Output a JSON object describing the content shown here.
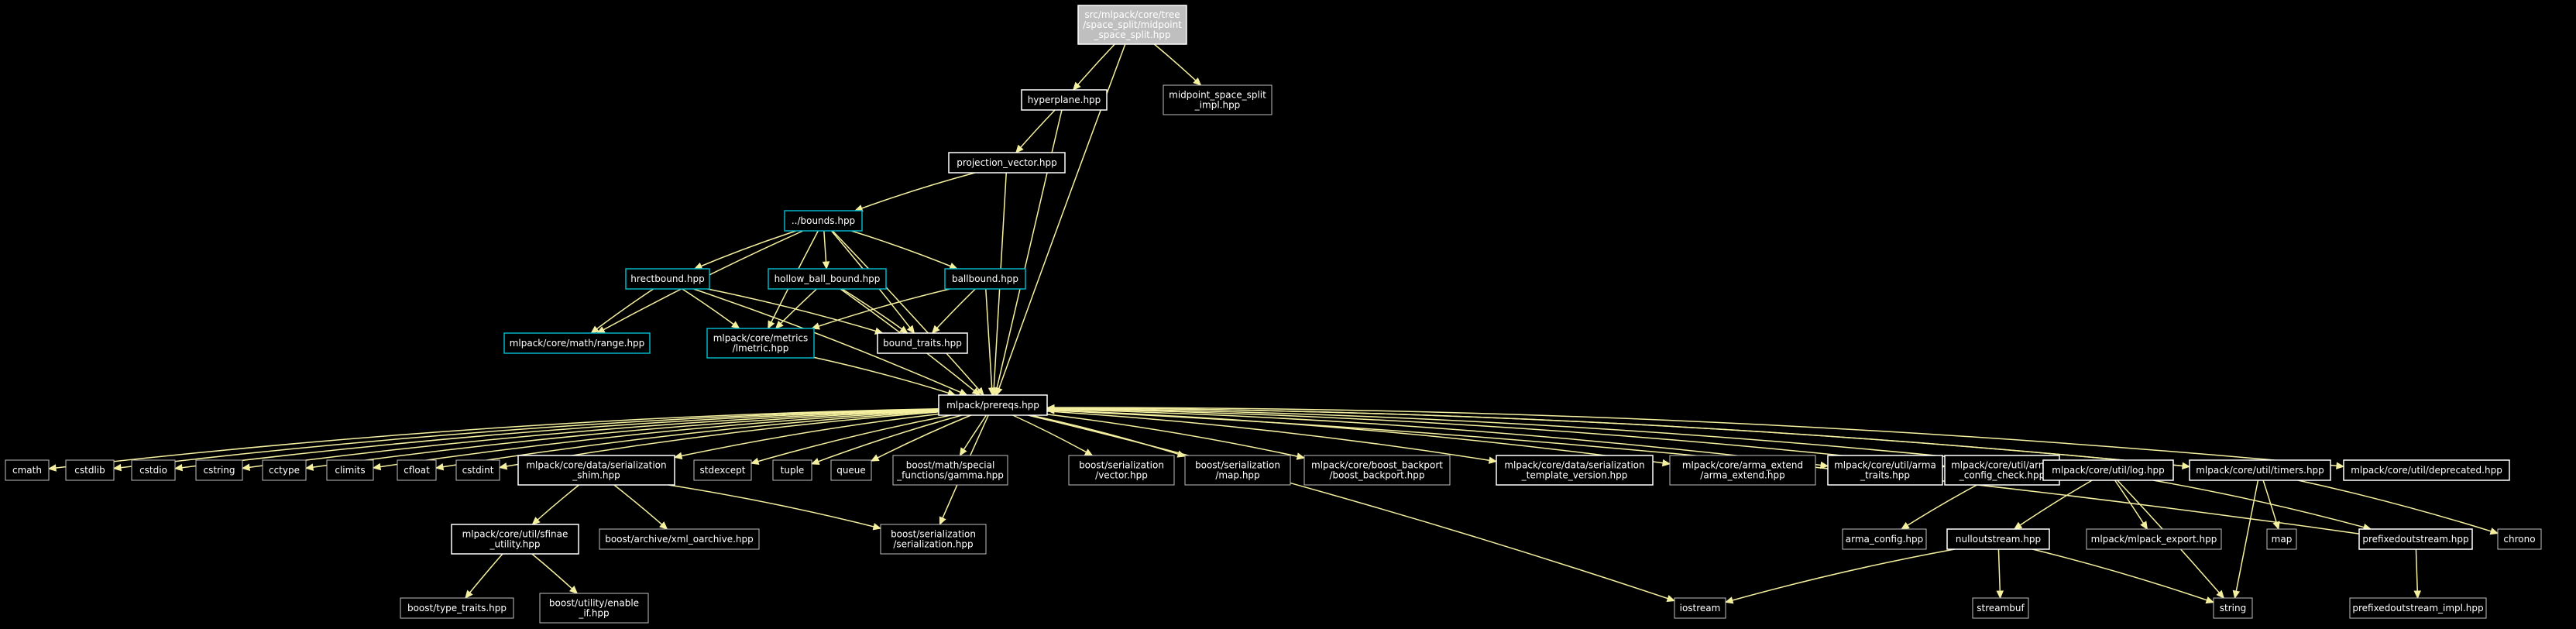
{
  "colors": {
    "background": "#000000",
    "edge": "#f5f0a0",
    "border_documented": "#ffffff",
    "border_undocumented": "#bfbfbf",
    "border_linked": "#00b4c4",
    "root_fill": "#bfbfbf",
    "text": "#ffffff"
  },
  "graph": {
    "nodes": [
      {
        "id": "n_root",
        "lines": [
          "src/mlpack/core/tree",
          "/space_split/midpoint",
          "_space_split.hpp"
        ],
        "style": "root"
      },
      {
        "id": "n_hyperplane",
        "lines": [
          "hyperplane.hpp"
        ],
        "style": "documented"
      },
      {
        "id": "n_midimpl",
        "lines": [
          "midpoint_space_split",
          "_impl.hpp"
        ],
        "style": "undocumented"
      },
      {
        "id": "n_projvec",
        "lines": [
          "projection_vector.hpp"
        ],
        "style": "documented"
      },
      {
        "id": "n_bounds",
        "lines": [
          "../bounds.hpp"
        ],
        "style": "linked"
      },
      {
        "id": "n_hrect",
        "lines": [
          "hrectbound.hpp"
        ],
        "style": "linked"
      },
      {
        "id": "n_hollow",
        "lines": [
          "hollow_ball_bound.hpp"
        ],
        "style": "linked"
      },
      {
        "id": "n_ball",
        "lines": [
          "ballbound.hpp"
        ],
        "style": "linked"
      },
      {
        "id": "n_range",
        "lines": [
          "mlpack/core/math/range.hpp"
        ],
        "style": "linked"
      },
      {
        "id": "n_lmetric",
        "lines": [
          "mlpack/core/metrics",
          "/lmetric.hpp"
        ],
        "style": "linked"
      },
      {
        "id": "n_btraits",
        "lines": [
          "bound_traits.hpp"
        ],
        "style": "documented"
      },
      {
        "id": "n_prereqs",
        "lines": [
          "mlpack/prereqs.hpp"
        ],
        "style": "documented"
      },
      {
        "id": "n_cmath",
        "lines": [
          "cmath"
        ],
        "style": "undocumented"
      },
      {
        "id": "n_cstdlib",
        "lines": [
          "cstdlib"
        ],
        "style": "undocumented"
      },
      {
        "id": "n_cstdio",
        "lines": [
          "cstdio"
        ],
        "style": "undocumented"
      },
      {
        "id": "n_cstring",
        "lines": [
          "cstring"
        ],
        "style": "undocumented"
      },
      {
        "id": "n_cctype",
        "lines": [
          "cctype"
        ],
        "style": "undocumented"
      },
      {
        "id": "n_climits",
        "lines": [
          "climits"
        ],
        "style": "undocumented"
      },
      {
        "id": "n_cfloat",
        "lines": [
          "cfloat"
        ],
        "style": "undocumented"
      },
      {
        "id": "n_cstdint",
        "lines": [
          "cstdint"
        ],
        "style": "undocumented"
      },
      {
        "id": "n_shim",
        "lines": [
          "mlpack/core/data/serialization",
          "_shim.hpp"
        ],
        "style": "documented"
      },
      {
        "id": "n_stdexcept",
        "lines": [
          "stdexcept"
        ],
        "style": "undocumented"
      },
      {
        "id": "n_tuple",
        "lines": [
          "tuple"
        ],
        "style": "undocumented"
      },
      {
        "id": "n_queue",
        "lines": [
          "queue"
        ],
        "style": "undocumented"
      },
      {
        "id": "n_gamma",
        "lines": [
          "boost/math/special",
          "_functions/gamma.hpp"
        ],
        "style": "undocumented"
      },
      {
        "id": "n_bsvector",
        "lines": [
          "boost/serialization",
          "/vector.hpp"
        ],
        "style": "undocumented"
      },
      {
        "id": "n_bsmap",
        "lines": [
          "boost/serialization",
          "/map.hpp"
        ],
        "style": "undocumented"
      },
      {
        "id": "n_backport",
        "lines": [
          "mlpack/core/boost_backport",
          "/boost_backport.hpp"
        ],
        "style": "undocumented"
      },
      {
        "id": "n_template",
        "lines": [
          "mlpack/core/data/serialization",
          "_template_version.hpp"
        ],
        "style": "documented"
      },
      {
        "id": "n_armaext",
        "lines": [
          "mlpack/core/arma_extend",
          "/arma_extend.hpp"
        ],
        "style": "undocumented"
      },
      {
        "id": "n_armatraits",
        "lines": [
          "mlpack/core/util/arma",
          "_traits.hpp"
        ],
        "style": "documented"
      },
      {
        "id": "n_armacfg",
        "lines": [
          "mlpack/core/util/arma",
          "_config_check.hpp"
        ],
        "style": "documented"
      },
      {
        "id": "n_log",
        "lines": [
          "mlpack/core/util/log.hpp"
        ],
        "style": "documented"
      },
      {
        "id": "n_timers",
        "lines": [
          "mlpack/core/util/timers.hpp"
        ],
        "style": "documented"
      },
      {
        "id": "n_deprecated",
        "lines": [
          "mlpack/core/util/deprecated.hpp"
        ],
        "style": "documented"
      },
      {
        "id": "n_sfinae",
        "lines": [
          "mlpack/core/util/sfinae",
          "_utility.hpp"
        ],
        "style": "documented"
      },
      {
        "id": "n_xmloa",
        "lines": [
          "boost/archive/xml_oarchive.hpp"
        ],
        "style": "undocumented"
      },
      {
        "id": "n_bsser",
        "lines": [
          "boost/serialization",
          "/serialization.hpp"
        ],
        "style": "undocumented"
      },
      {
        "id": "n_typetraits",
        "lines": [
          "boost/type_traits.hpp"
        ],
        "style": "undocumented"
      },
      {
        "id": "n_enableif",
        "lines": [
          "boost/utility/enable",
          "_if.hpp"
        ],
        "style": "undocumented"
      },
      {
        "id": "n_armaconfig",
        "lines": [
          "arma_config.hpp"
        ],
        "style": "undocumented"
      },
      {
        "id": "n_nullout",
        "lines": [
          "nulloutstream.hpp"
        ],
        "style": "documented"
      },
      {
        "id": "n_export",
        "lines": [
          "mlpack/mlpack_export.hpp"
        ],
        "style": "undocumented"
      },
      {
        "id": "n_map",
        "lines": [
          "map"
        ],
        "style": "undocumented"
      },
      {
        "id": "n_prefixed",
        "lines": [
          "prefixedoutstream.hpp"
        ],
        "style": "documented"
      },
      {
        "id": "n_chrono",
        "lines": [
          "chrono"
        ],
        "style": "undocumented"
      },
      {
        "id": "n_iostream",
        "lines": [
          "iostream"
        ],
        "style": "undocumented"
      },
      {
        "id": "n_streambuf",
        "lines": [
          "streambuf"
        ],
        "style": "undocumented"
      },
      {
        "id": "n_string",
        "lines": [
          "string"
        ],
        "style": "undocumented"
      },
      {
        "id": "n_prefimpl",
        "lines": [
          "prefixedoutstream_impl.hpp"
        ],
        "style": "undocumented"
      }
    ],
    "edges": [
      [
        "n_root",
        "n_hyperplane"
      ],
      [
        "n_root",
        "n_midimpl"
      ],
      [
        "n_root",
        "n_prereqs"
      ],
      [
        "n_hyperplane",
        "n_projvec"
      ],
      [
        "n_hyperplane",
        "n_prereqs"
      ],
      [
        "n_projvec",
        "n_bounds"
      ],
      [
        "n_projvec",
        "n_prereqs"
      ],
      [
        "n_bounds",
        "n_hrect"
      ],
      [
        "n_bounds",
        "n_hollow"
      ],
      [
        "n_bounds",
        "n_ball"
      ],
      [
        "n_bounds",
        "n_range"
      ],
      [
        "n_bounds",
        "n_lmetric"
      ],
      [
        "n_bounds",
        "n_btraits"
      ],
      [
        "n_bounds",
        "n_prereqs"
      ],
      [
        "n_hrect",
        "n_range"
      ],
      [
        "n_hrect",
        "n_lmetric"
      ],
      [
        "n_hrect",
        "n_btraits"
      ],
      [
        "n_hrect",
        "n_prereqs"
      ],
      [
        "n_hollow",
        "n_lmetric"
      ],
      [
        "n_hollow",
        "n_btraits"
      ],
      [
        "n_hollow",
        "n_prereqs"
      ],
      [
        "n_ball",
        "n_lmetric"
      ],
      [
        "n_ball",
        "n_btraits"
      ],
      [
        "n_ball",
        "n_prereqs"
      ],
      [
        "n_lmetric",
        "n_prereqs"
      ],
      [
        "n_prereqs",
        "n_cmath"
      ],
      [
        "n_prereqs",
        "n_cstdlib"
      ],
      [
        "n_prereqs",
        "n_cstdio"
      ],
      [
        "n_prereqs",
        "n_cstring"
      ],
      [
        "n_prereqs",
        "n_cctype"
      ],
      [
        "n_prereqs",
        "n_climits"
      ],
      [
        "n_prereqs",
        "n_cfloat"
      ],
      [
        "n_prereqs",
        "n_cstdint"
      ],
      [
        "n_prereqs",
        "n_shim"
      ],
      [
        "n_prereqs",
        "n_stdexcept"
      ],
      [
        "n_prereqs",
        "n_tuple"
      ],
      [
        "n_prereqs",
        "n_queue"
      ],
      [
        "n_prereqs",
        "n_gamma"
      ],
      [
        "n_prereqs",
        "n_bsvector"
      ],
      [
        "n_prereqs",
        "n_bsmap"
      ],
      [
        "n_prereqs",
        "n_backport"
      ],
      [
        "n_prereqs",
        "n_template"
      ],
      [
        "n_prereqs",
        "n_armaext"
      ],
      [
        "n_prereqs",
        "n_armatraits"
      ],
      [
        "n_prereqs",
        "n_armacfg"
      ],
      [
        "n_prereqs",
        "n_log"
      ],
      [
        "n_prereqs",
        "n_timers"
      ],
      [
        "n_prereqs",
        "n_deprecated"
      ],
      [
        "n_prereqs",
        "n_bsser"
      ],
      [
        "n_prereqs",
        "n_iostream"
      ],
      [
        "n_shim",
        "n_sfinae"
      ],
      [
        "n_shim",
        "n_xmloa"
      ],
      [
        "n_shim",
        "n_bsser"
      ],
      [
        "n_sfinae",
        "n_typetraits"
      ],
      [
        "n_sfinae",
        "n_enableif"
      ],
      [
        "n_armacfg",
        "n_armaconfig"
      ],
      [
        "n_log",
        "n_nullout"
      ],
      [
        "n_log",
        "n_export"
      ],
      [
        "n_log",
        "n_prefixed"
      ],
      [
        "n_log",
        "n_string"
      ],
      [
        "n_timers",
        "n_map"
      ],
      [
        "n_timers",
        "n_string"
      ],
      [
        "n_timers",
        "n_chrono"
      ],
      [
        "n_timers",
        "n_prereqs"
      ],
      [
        "n_prefixed",
        "n_prereqs"
      ],
      [
        "n_prefixed",
        "n_prefimpl"
      ],
      [
        "n_nullout",
        "n_iostream"
      ],
      [
        "n_nullout",
        "n_streambuf"
      ],
      [
        "n_nullout",
        "n_string"
      ]
    ]
  }
}
